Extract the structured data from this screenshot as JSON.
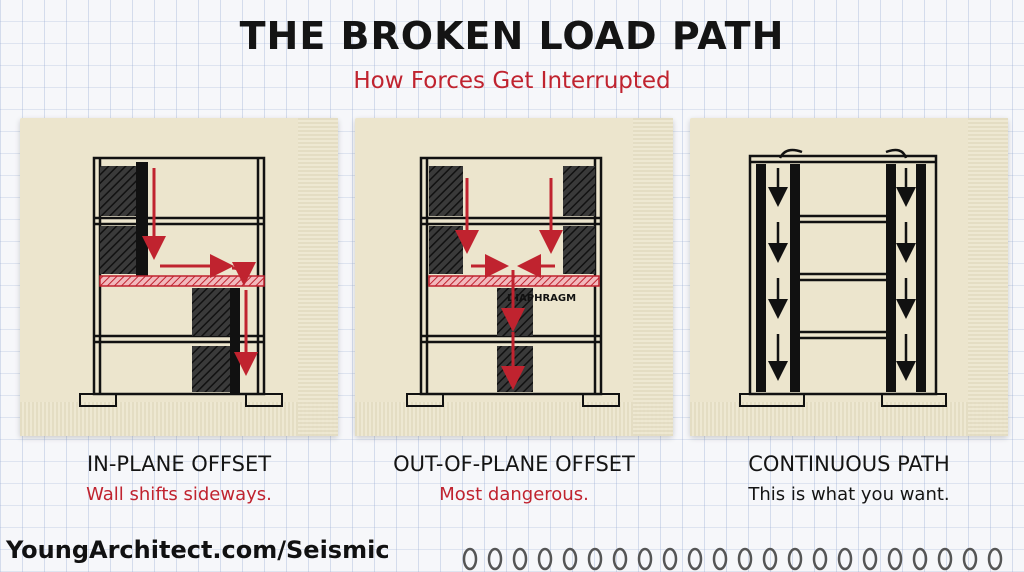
{
  "header": {
    "title": "THE BROKEN LOAD PATH",
    "subtitle": "How Forces Get Interrupted"
  },
  "colors": {
    "accent_red": "#c0232f",
    "ink": "#141414",
    "napkin": "#ece5cd"
  },
  "panels": [
    {
      "heading": "IN-PLANE OFFSET",
      "note": "Wall shifts sideways.",
      "note_color": "#c0232f"
    },
    {
      "heading": "OUT-OF-PLANE OFFSET",
      "note": "Most dangerous.",
      "note_color": "#c0232f",
      "diaphragm_label": "DIAPHRAGM"
    },
    {
      "heading": "CONTINUOUS PATH",
      "note": "This is what you want.",
      "note_color": "#141414"
    }
  ],
  "footer": {
    "url": "YoungArchitect.com/Seismic"
  }
}
